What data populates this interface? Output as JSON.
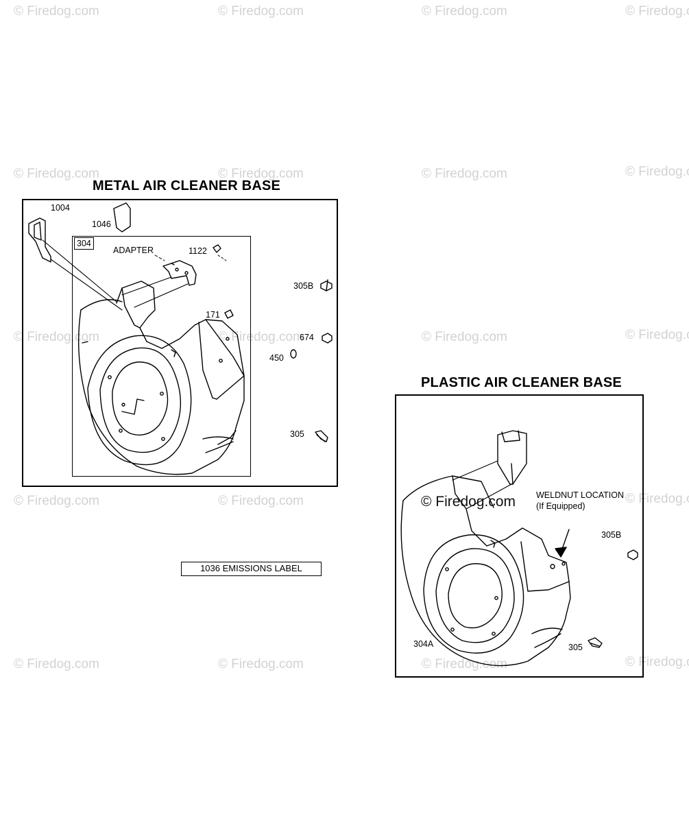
{
  "watermarks": {
    "text": "© Firedog.com",
    "center_text": "© Firedog.com"
  },
  "metal": {
    "title": "METAL AIR CLEANER BASE",
    "group_tag": "304",
    "parts": {
      "p1004": "1004",
      "p1046": "1046",
      "adapter": "ADAPTER",
      "p1122": "1122",
      "p305b": "305B",
      "p171": "171",
      "p674": "674",
      "p450": "450",
      "p305": "305"
    }
  },
  "emissions_label": "1036 EMISSIONS LABEL",
  "plastic": {
    "title": "PLASTIC AIR CLEANER BASE",
    "parts": {
      "weldnut": "WELDNUT LOCATION",
      "weldnut_note": "(If Equipped)",
      "p305b": "305B",
      "p304a": "304A",
      "p305": "305"
    }
  }
}
